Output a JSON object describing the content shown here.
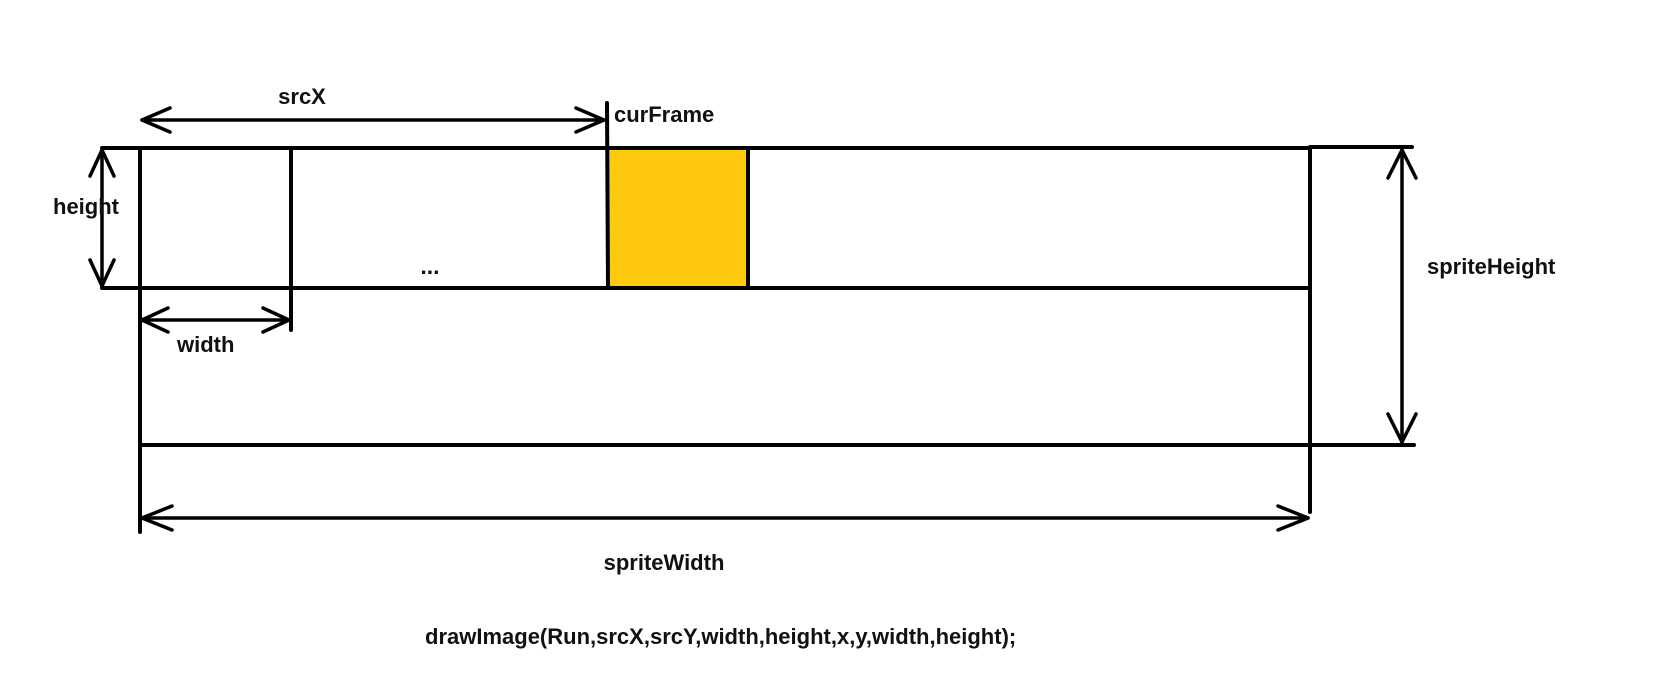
{
  "labels": {
    "src_x": "srcX",
    "cur_frame": "curFrame",
    "height": "height",
    "width": "width",
    "ellipsis": "...",
    "sprite_height": "spriteHeight",
    "sprite_width": "spriteWidth",
    "code": "drawImage(Run,srcX,srcY,width,height,x,y,width,height);"
  },
  "colors": {
    "highlight_frame": "#FFC90E",
    "stroke": "#000000",
    "background": "#FFFFFF"
  }
}
